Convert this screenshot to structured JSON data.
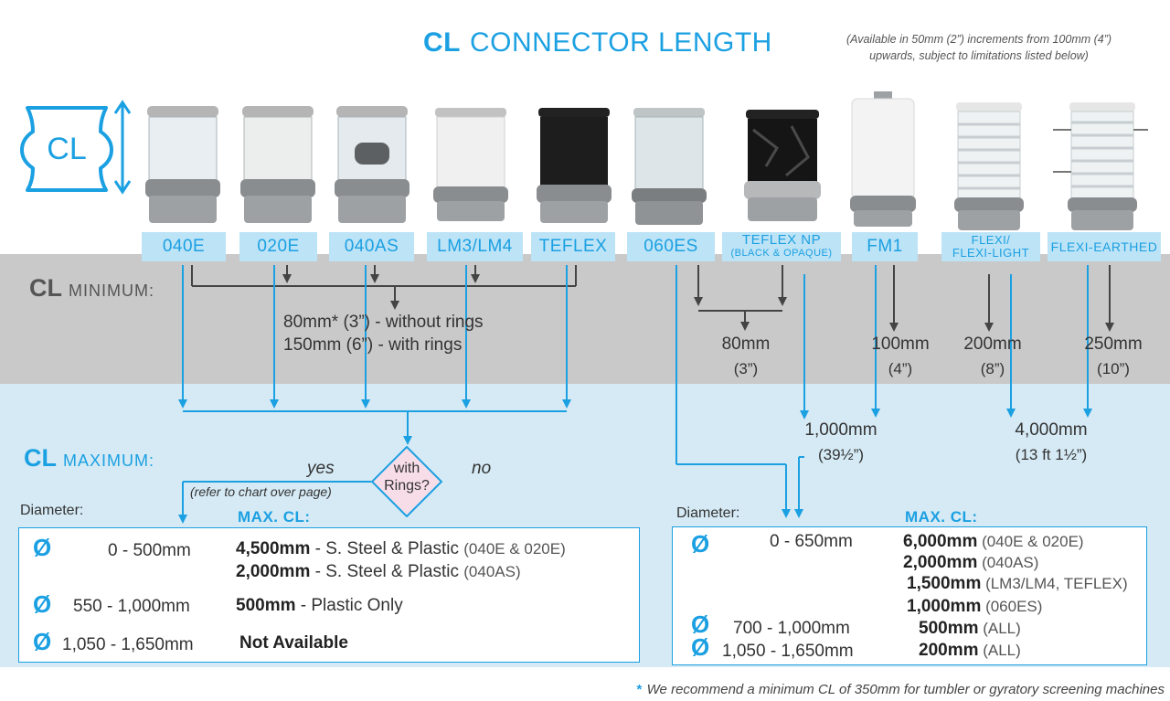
{
  "header": {
    "title_abbr": "CL",
    "title_text": "CONNECTOR LENGTH",
    "availability_line1": "(Available in 50mm (2”) increments from 100mm (4”)",
    "availability_line2": "upwards, subject to limitations listed below)",
    "cl_icon_text": "CL"
  },
  "products": [
    {
      "label": "040E"
    },
    {
      "label": "020E"
    },
    {
      "label": "040AS"
    },
    {
      "label": "LM3/LM4"
    },
    {
      "label": "TEFLEX"
    },
    {
      "label": "060ES"
    },
    {
      "label": "TEFLEX NP",
      "sublabel": "(BLACK & OPAQUE)"
    },
    {
      "label": "FM1"
    },
    {
      "label": "FLEXI/",
      "sublabel": "FLEXI-LIGHT"
    },
    {
      "label": "FLEXI-EARTHED"
    }
  ],
  "minimum": {
    "title_abbr": "CL",
    "title_text": "MINIMUM:",
    "group_line1": "80mm* (3”) - without rings",
    "group_line2": "150mm (6”) - with rings",
    "teflexnp_mm": "80mm",
    "teflexnp_in": "(3”)",
    "fm1_mm": "100mm",
    "fm1_in": "(4”)",
    "flexi_mm": "200mm",
    "flexi_in": "(8”)",
    "earthed_mm": "250mm",
    "earthed_in": "(10”)"
  },
  "maximum": {
    "title_abbr": "CL",
    "title_text": "MAXIMUM:",
    "np_fm1_mm": "1,000mm",
    "np_fm1_in": "(39½”)",
    "flexi_mm": "4,000mm",
    "flexi_in": "(13 ft 1½”)",
    "decision_line1": "with",
    "decision_line2": "Rings?",
    "yes": "yes",
    "no": "no",
    "refer": "(refer to chart over page)"
  },
  "left_table": {
    "diameter_label": "Diameter:",
    "max_label": "MAX. CL:",
    "rows": [
      {
        "range": "0 - 500mm",
        "v1b": "4,500mm",
        "v1": " - S. Steel & Plastic ",
        "v1g": "(040E & 020E)",
        "v2b": "2,000mm",
        "v2": " - S. Steel & Plastic ",
        "v2g": "(040AS)"
      },
      {
        "range": "550 - 1,000mm",
        "v1b": "500mm",
        "v1": " - Plastic Only"
      },
      {
        "range": "1,050 - 1,650mm",
        "v1b": "Not Available"
      }
    ]
  },
  "right_table": {
    "diameter_label": "Diameter:",
    "max_label": "MAX. CL:",
    "range1": "0 - 650mm",
    "range2": "700 - 1,000mm",
    "range3": "1,050 - 1,650mm",
    "values": [
      {
        "b": "6,000mm",
        "g": " (040E & 020E)"
      },
      {
        "b": "2,000mm",
        "g": " (040AS)"
      },
      {
        "b": "1,500mm",
        "g": " (LM3/LM4, TEFLEX)"
      },
      {
        "b": "1,000mm",
        "g": " (060ES)"
      },
      {
        "b": "500mm",
        "g": " (ALL)"
      },
      {
        "b": "200mm",
        "g": " (ALL)"
      }
    ]
  },
  "footnote": {
    "star": "*",
    "text": "We recommend a minimum CL of 350mm for tumbler or gyratory screening machines"
  },
  "colors": {
    "accent": "#1ba0e2",
    "min_band": "#c9c9c9",
    "max_band": "#d5eaf5",
    "decision": "#f7dde8"
  }
}
